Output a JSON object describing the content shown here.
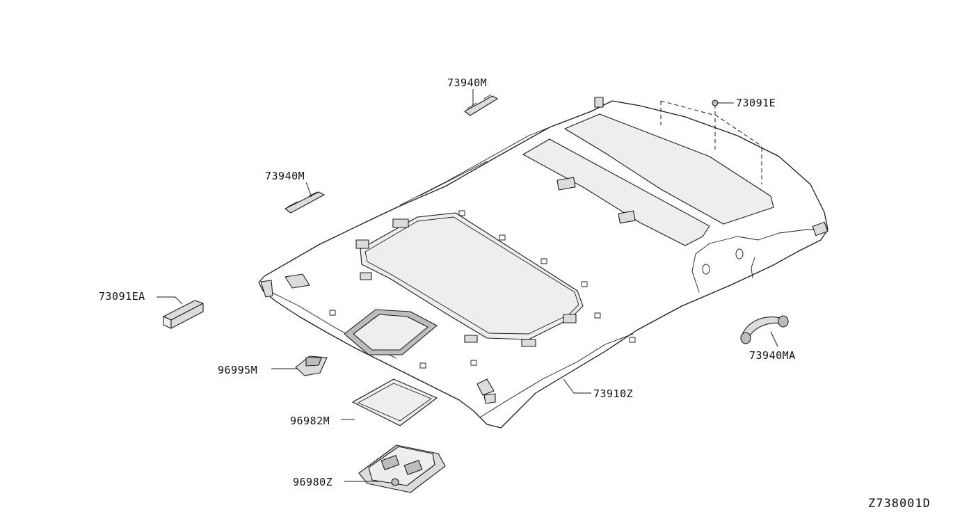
{
  "parts": [
    {
      "id": "p1",
      "number": "73940M"
    },
    {
      "id": "p2",
      "number": "73091E"
    },
    {
      "id": "p3",
      "number": "73940M"
    },
    {
      "id": "p4",
      "number": "73091EA"
    },
    {
      "id": "p5",
      "number": "96995M"
    },
    {
      "id": "p6",
      "number": "96982M"
    },
    {
      "id": "p7",
      "number": "96980Z"
    },
    {
      "id": "p8",
      "number": "73910Z"
    },
    {
      "id": "p9",
      "number": "73940MA"
    }
  ],
  "drawing_code": "Z738001D",
  "colors": {
    "line": "#1a1a1a",
    "background": "#ffffff",
    "fill": "#dcdcdc"
  }
}
